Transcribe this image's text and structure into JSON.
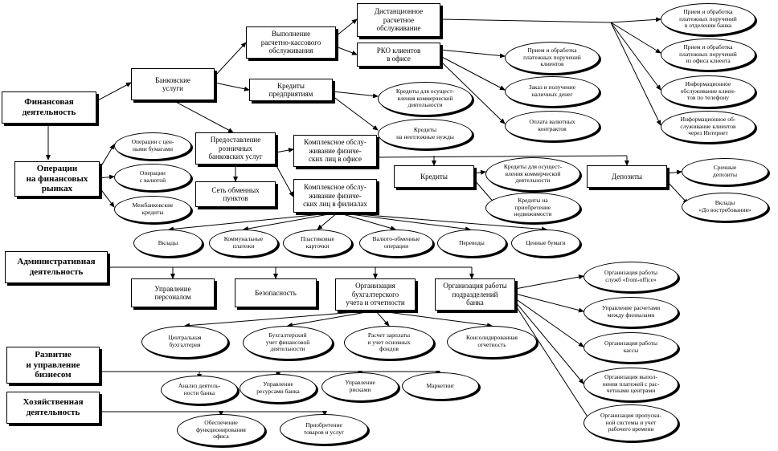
{
  "nodes": {
    "fin_activity": "Финансовая\nдеятельность",
    "bank_services": "Банковские\nуслуги",
    "rko": "Выполнение\nрасчетно-кассового\nобслуживания",
    "remote_rko": "Дистанционное\nрасчетное\nобслуживание",
    "rko_office": "РКО клиентов\nв офисе",
    "credits_enterprises": "Кредиты\nпредприятиям",
    "retail_services": "Предоставление\nрозничных\nбанковских услуг",
    "exchange_network": "Сеть обменных\nпунктов",
    "complex_office": "Комплексное обслу-\nживание физиче-\nских лиц в офисе",
    "complex_branches": "Комплексное обслу-\nживание физиче-\nских лиц в филиалах",
    "credits": "Кредиты",
    "deposits": "Депозиты",
    "fin_market_ops": "Операции\nна финансовых\nрынках",
    "admin_activity": "Административная\nдеятельность",
    "hr": "Управление\nперсоналом",
    "security": "Безопасность",
    "accounting_org": "Организация\nбухгалтерского\nучета и отчетности",
    "branch_org": "Организация работы\nподразделений\nбанка",
    "biz_dev": "Развитие\nи управление\nбизнесом",
    "economic_activity": "Хозяйственная\nдеятельность"
  },
  "ellipses": {
    "remote_payments_branch": "Прием и обработка\nплатежных поручений\nв отделении банка",
    "remote_payments_client": "Прием и обработка\nплатежных поручений\nиз офиса клиента",
    "info_phone": "Информационное\nобслуживание клиен-\nтов по телефону",
    "info_internet": "Информационное об-\nслуживание клиентов\nчерез Интернет",
    "office_payments": "Прием и обработка\nплатежных поручений\nклиентов",
    "cash_order": "Заказ и получение\nналичных денег",
    "fx_contracts": "Оплата валютных\nконтрактов",
    "commercial_credits": "Кредиты для осущест-\nвления коммерческой\nдеятельности",
    "nonbusiness_credits": "Кредиты\nна неотложные нужды",
    "securities_ops": "Операции с цен-\nными бумагами",
    "fx_ops": "Операции\nс валютой",
    "interbank_credits": "Межбанковские\nкредиты",
    "retail_commercial_credits": "Кредиты для осущест-\nвления коммерческой\nдеятельности",
    "realty_credits": "Кредиты на\nприобретение\nнедвижимости",
    "term_deposits": "Срочные\nдепозиты",
    "demand_deposits": "Вклады\n«До востребования»",
    "branch_deposits": "Вклады",
    "utility_payments": "Коммунальные\nплатежи",
    "plastic_cards": "Пластиковые\nкарточки",
    "fx_exchange_ops": "Валюто-обменные\nоперации",
    "transfers": "Переводы",
    "securities": "Ценные бумаги",
    "front_office": "Организация работы\nслужб «front-office»",
    "branch_settlements": "Управление расчетами\nмежду филиалами",
    "cashier": "Организация работы\nкассы",
    "settlement_centers": "Организация выпол-\nнения платежей с рас-\nчетными центрами",
    "access_control": "Организация пропускн-\nной системы и учет\nрабочего времени",
    "central_accounting": "Центральная\nбухгалтерия",
    "fin_accounting": "Бухгалтерский\nучет финансовой\nдеятельности",
    "payroll": "Расчет зарплаты\nи учет основных\nфондов",
    "consolidated_reports": "Консолидированная\nотчетность",
    "bank_analysis": "Анализ деятель-\nности банка",
    "resource_mgmt": "Управление\nресурсами банка",
    "risk_mgmt": "Управление\nрисками",
    "marketing": "Маркетинг",
    "office_support": "Обеспечение\nфункционирования\nофиса",
    "purchasing": "Приобретение\nтоваров и услуг"
  }
}
